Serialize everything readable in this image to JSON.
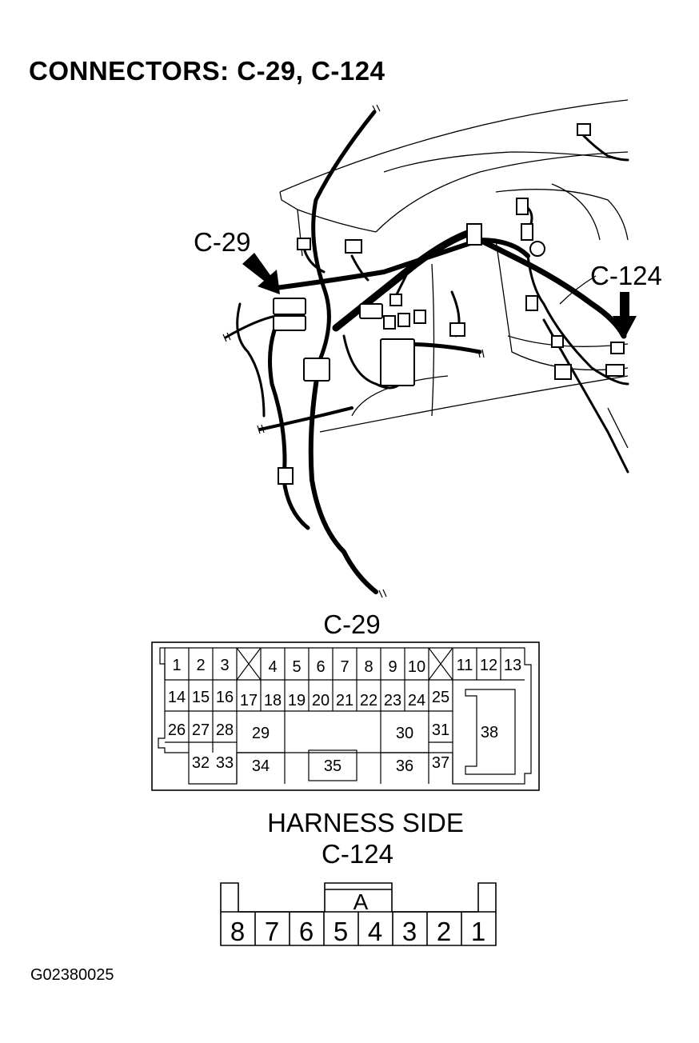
{
  "title": "CONNECTORS: C-29, C-124",
  "figure": {
    "callouts": {
      "c29": "C-29",
      "c124": "C-124"
    }
  },
  "connector_c29": {
    "label": "C-29",
    "pins": [
      "1",
      "2",
      "3",
      "4",
      "5",
      "6",
      "7",
      "8",
      "9",
      "10",
      "11",
      "12",
      "13",
      "14",
      "15",
      "16",
      "17",
      "18",
      "19",
      "20",
      "21",
      "22",
      "23",
      "24",
      "25",
      "26",
      "27",
      "28",
      "29",
      "30",
      "31",
      "32",
      "33",
      "34",
      "35",
      "36",
      "37",
      "38"
    ],
    "caption": "HARNESS SIDE"
  },
  "connector_c124": {
    "label": "C-124",
    "key": "A",
    "pins": [
      "8",
      "7",
      "6",
      "5",
      "4",
      "3",
      "2",
      "1"
    ]
  },
  "figure_ref": "G02380025"
}
